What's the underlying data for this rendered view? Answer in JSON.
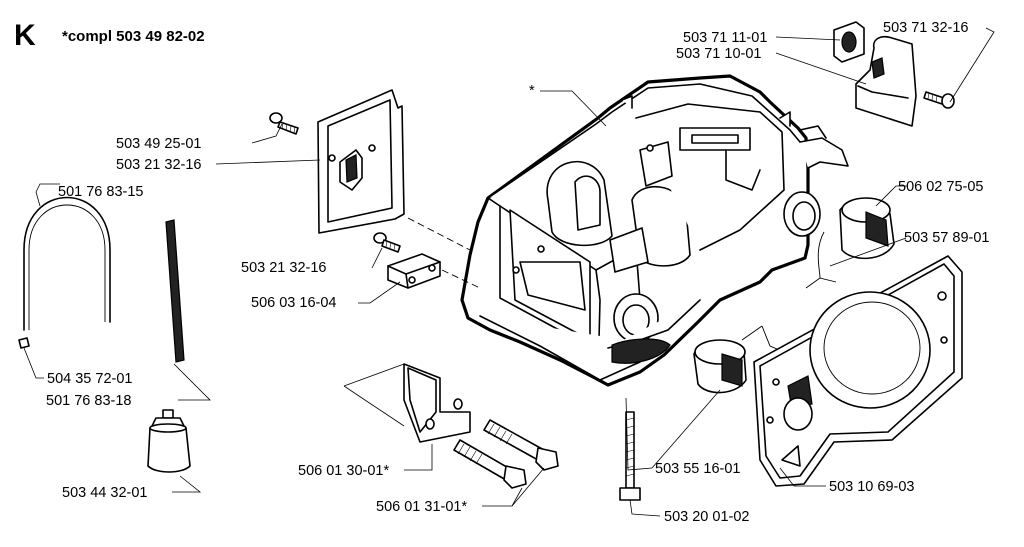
{
  "section_letter": "K",
  "header_note": "*compl 503 49 82-02",
  "asterisk_marker": "*",
  "labels": {
    "p503711101": "503 71 11-01",
    "p503711001": "503 71 10-01",
    "p503713216_top": "503 71 32-16",
    "p503492501": "503 49 25-01",
    "p503213216_plate": "503 21 32-16",
    "p501768315": "501 76 83-15",
    "p506027505": "506 02 75-05",
    "p503578901": "503 57 89-01",
    "p503213216_screw": "503 21 32-16",
    "p506031604": "506 03 16-04",
    "p504357201": "504 35 72-01",
    "p501768318": "501 76 83-18",
    "p503443201": "503 44 32-01",
    "p506013001": "506 01 30-01*",
    "p503551601": "503 55 16-01",
    "p503106903": "503 10 69-03",
    "p506013101": "506 01 31-01*",
    "p503200102": "503 20 01-02"
  }
}
